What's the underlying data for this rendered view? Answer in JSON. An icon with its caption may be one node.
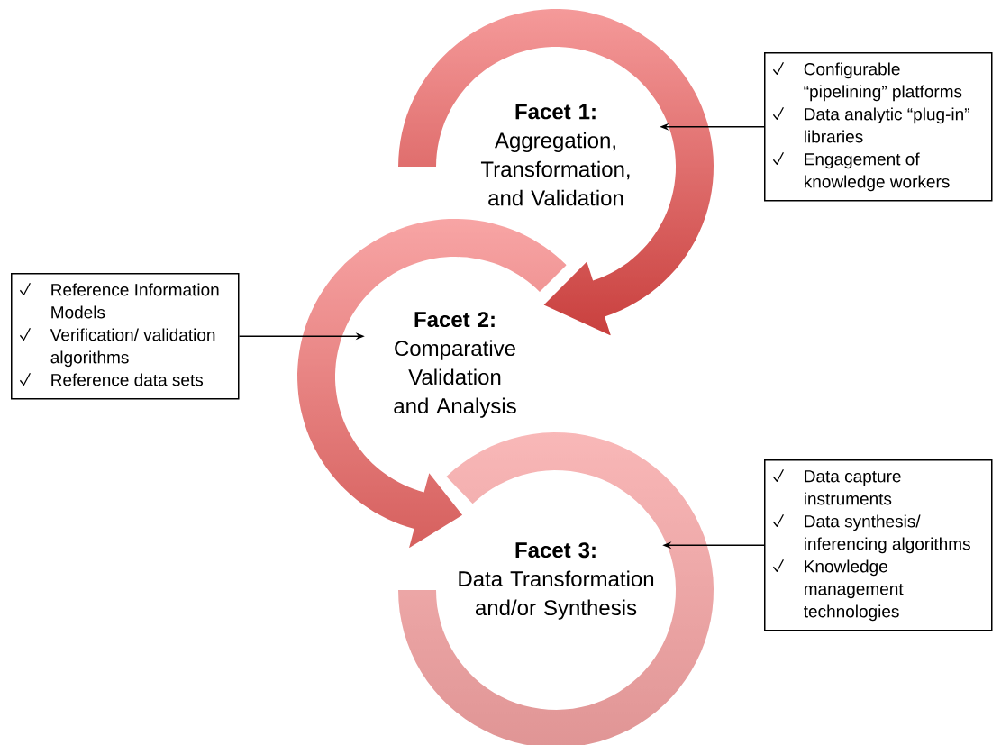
{
  "diagram": {
    "nodes": [
      {
        "text": [
          "Facet 1:",
          "Aggregation, Transformation, and Validation"
        ]
      },
      {
        "text": [
          "Configurable “pipelining” platforms",
          "Data analytic “plug-in” libraries",
          "Engagement of knowledge workers"
        ]
      },
      {
        "text": [
          "Reference Information Models",
          "Verification/ validation algorithms",
          "Reference data sets"
        ]
      },
      {
        "text": [
          "Facet 2:",
          "Comparative Validation and Analysis"
        ]
      },
      {
        "text": [
          "Data capture instruments",
          "Data synthesis/ inferencing algorithms",
          "Knowledge management technologies"
        ]
      },
      {
        "text": [
          "Facet 3:",
          "Data Transformation and/or Synthesis"
        ]
      }
    ],
    "edges": [
      {
        "from": 1,
        "to": 0,
        "arrow": "to"
      },
      {
        "from": 2,
        "to": 3,
        "arrow": "to"
      },
      {
        "from": 4,
        "to": 5,
        "arrow": "to"
      }
    ]
  }
}
